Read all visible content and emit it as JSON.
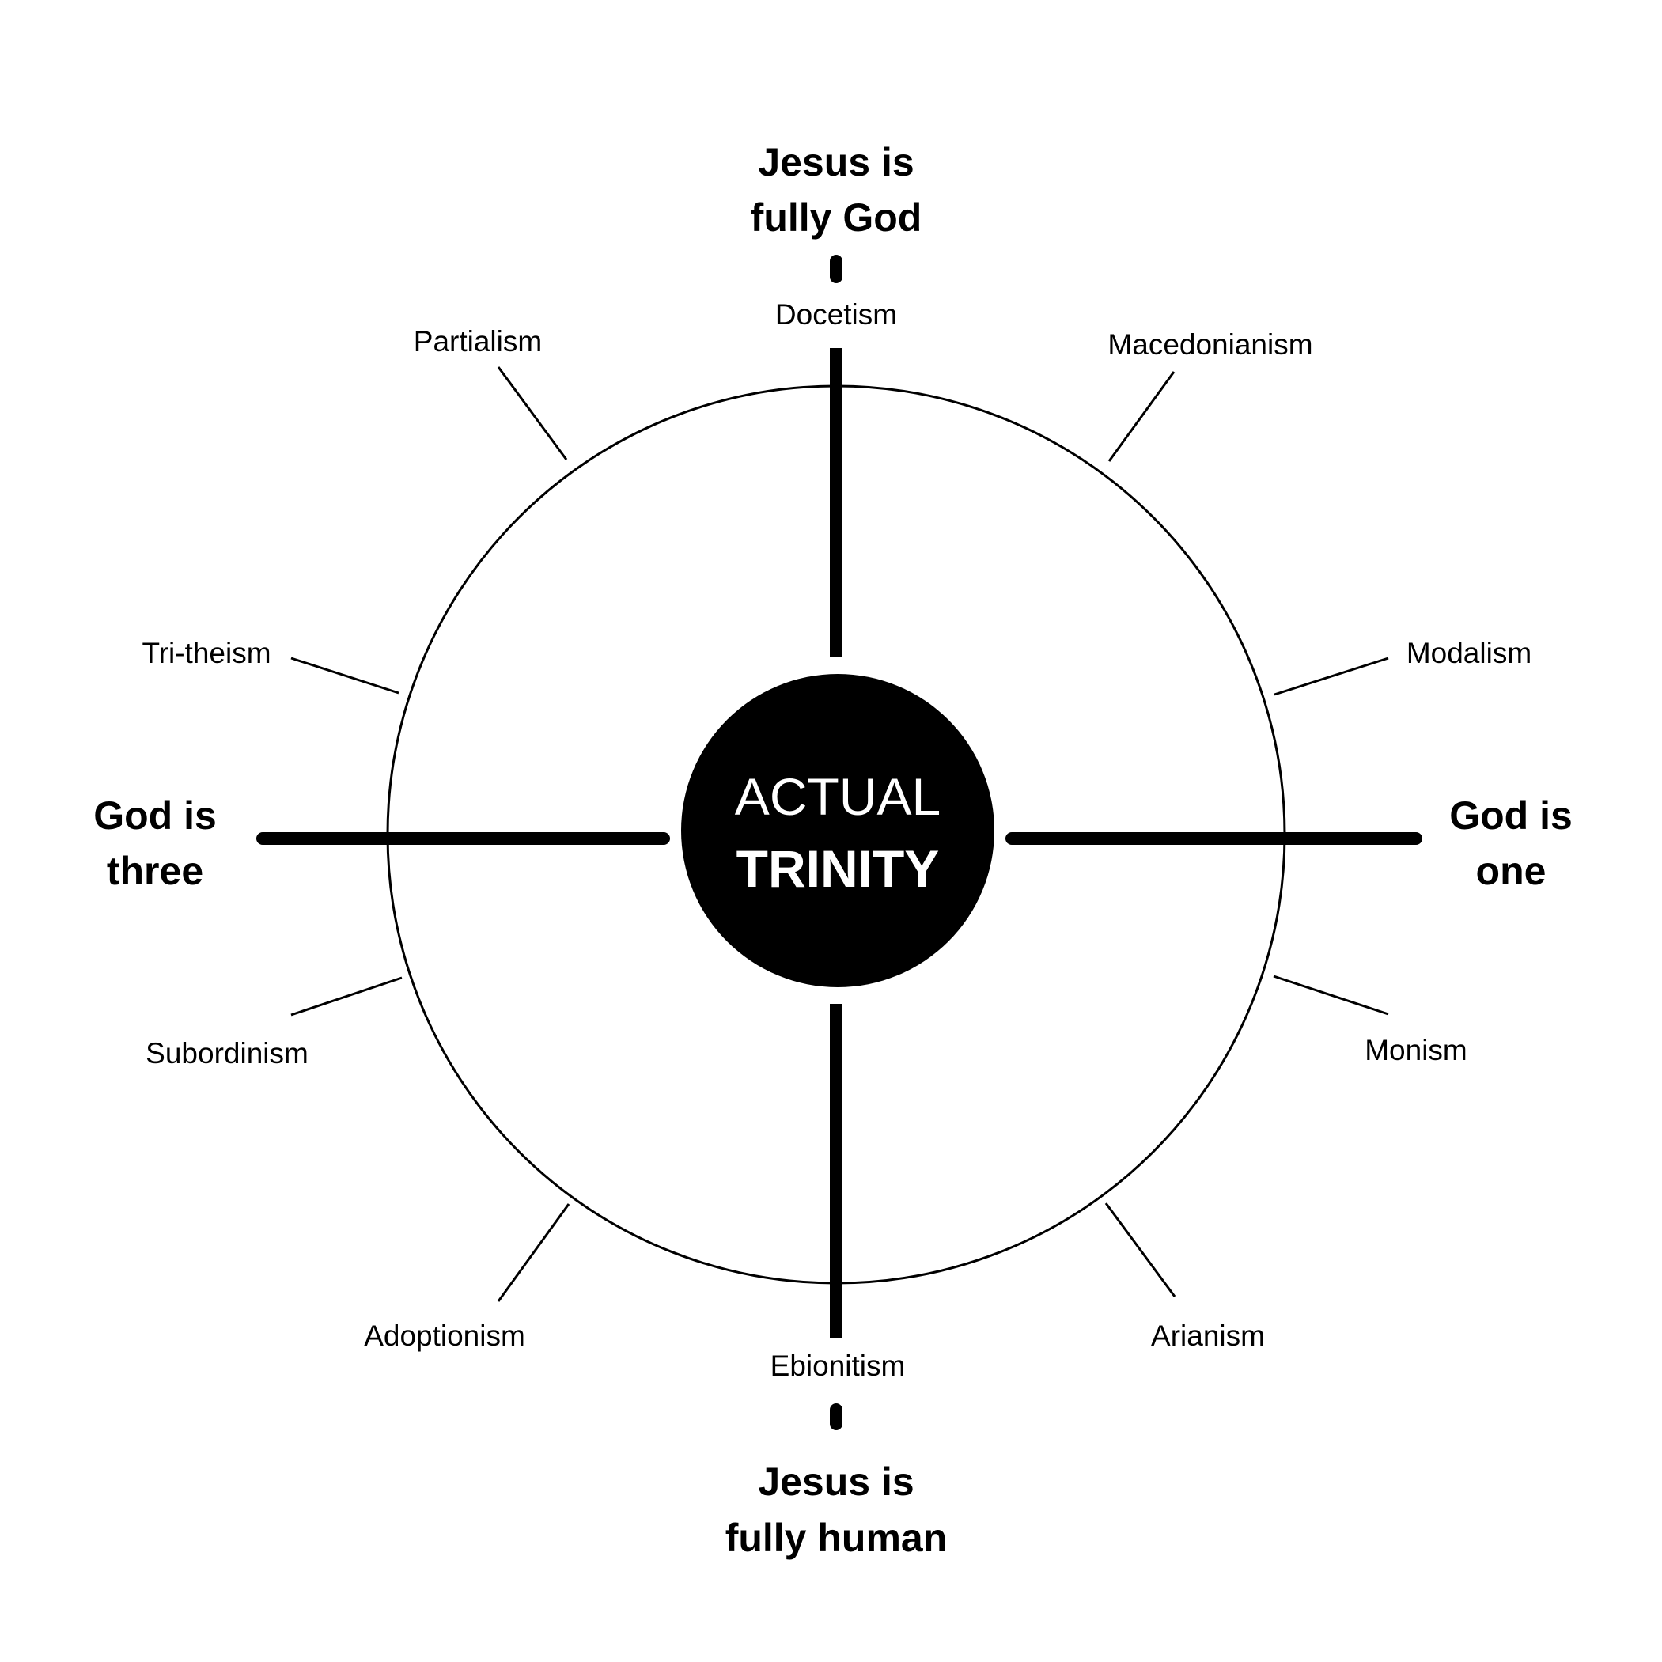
{
  "axes": {
    "top": [
      "Jesus is",
      "fully God"
    ],
    "bottom": [
      "Jesus is",
      "fully human"
    ],
    "left": [
      "God is",
      "three"
    ],
    "right": [
      "God is",
      "one"
    ]
  },
  "center": {
    "line1": "ACTUAL",
    "line2": "TRINITY"
  },
  "heresies": {
    "docetism": "Docetism",
    "partialism": "Partialism",
    "macedonianism": "Macedonianism",
    "tritheism": "Tri-theism",
    "modalism": "Modalism",
    "subordinism": "Subordinism",
    "monism": "Monism",
    "adoptionism": "Adoptionism",
    "arianism": "Arianism",
    "ebionitism": "Ebionitism"
  },
  "colors": {
    "ink": "#000000",
    "background": "#ffffff"
  }
}
